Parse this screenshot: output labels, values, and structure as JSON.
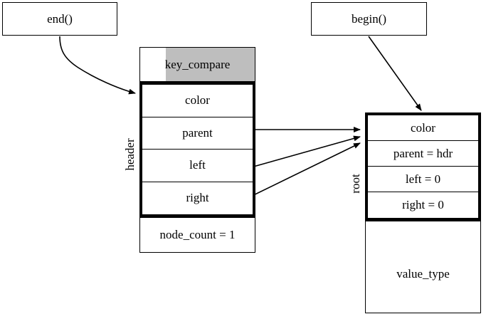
{
  "diagram": {
    "title": "red-black tree header/root structure",
    "background": "#ffffff",
    "line_color": "#000000",
    "highlight_color": "#bebebe"
  },
  "call_boxes": [
    {
      "id": "end",
      "label": "end()"
    },
    {
      "id": "begin",
      "label": "begin()"
    }
  ],
  "header": {
    "side_label": "header",
    "key_compare": "key_compare",
    "fields": [
      {
        "name": "color",
        "label": "color"
      },
      {
        "name": "parent",
        "label": "parent"
      },
      {
        "name": "left",
        "label": "left"
      },
      {
        "name": "right",
        "label": "right"
      }
    ],
    "node_count": "node_count = 1"
  },
  "root": {
    "side_label": "root",
    "fields": [
      {
        "name": "color",
        "label": "color"
      },
      {
        "name": "parent",
        "label": "parent = hdr"
      },
      {
        "name": "left",
        "label": "left = 0"
      },
      {
        "name": "right",
        "label": "right = 0"
      }
    ],
    "value_type": "value_type"
  },
  "edges": [
    {
      "from": "end()",
      "to": "header.color",
      "style": "curved-arrow"
    },
    {
      "from": "begin()",
      "to": "root.top",
      "style": "straight-arrow"
    },
    {
      "from": "header.parent",
      "to": "root",
      "style": "straight-arrow"
    },
    {
      "from": "header.left",
      "to": "root",
      "style": "straight-arrow"
    },
    {
      "from": "header.right",
      "to": "root",
      "style": "straight-arrow"
    }
  ]
}
